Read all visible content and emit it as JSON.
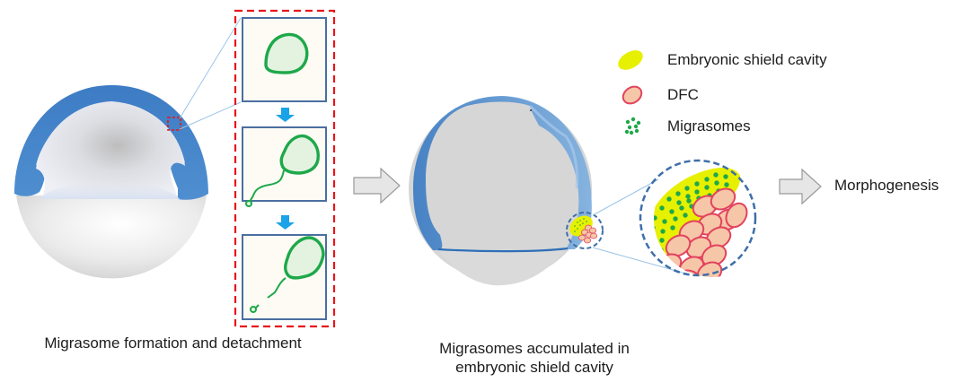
{
  "colors": {
    "ectoderm_blue": "#3f7fc4",
    "yolk_grey": "#d9d9d9",
    "dash_red": "#e8141a",
    "panel_border": "#4a6fa0",
    "panel_fill": "#fdfbf4",
    "cell_green": "#1ea84a",
    "cell_fill": "#e3f3e0",
    "arrow_blue": "#1aa3e8",
    "cavity_yellow": "#e6f000",
    "dfc_fill": "#f6c6a8",
    "dfc_stroke": "#e2435e",
    "migrasome_green": "#1ea84a",
    "circle_dash": "#3e6fa8",
    "flow_arrow_fill": "#e6e6e6",
    "flow_arrow_stroke": "#9a9a9a"
  },
  "legend": {
    "items": [
      {
        "icon": "yellow-ellipse-icon",
        "label": "Embryonic shield cavity"
      },
      {
        "icon": "dfc-cell-icon",
        "label": "DFC"
      },
      {
        "icon": "green-dots-icon",
        "label": "Migrasomes"
      }
    ]
  },
  "captions": {
    "left": "Migrasome formation and detachment",
    "middle_line1": "Migrasomes accumulated in",
    "middle_line2": "embryonic shield cavity"
  },
  "result": {
    "label": "Morphogenesis"
  },
  "formation_steps": [
    {
      "step": 1,
      "state": "cell"
    },
    {
      "step": 2,
      "state": "retraction-fiber-with-migrasome"
    },
    {
      "step": 3,
      "state": "detached-migrasome"
    }
  ]
}
